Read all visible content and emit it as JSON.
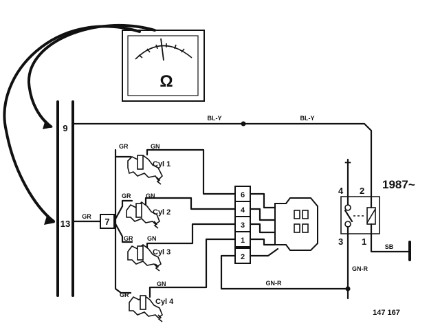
{
  "meter": {
    "symbol": "Ω"
  },
  "terminals": {
    "t9": "9",
    "t13": "13"
  },
  "wire_labels": {
    "bl_y_left": "BL-Y",
    "bl_y_right": "BL-Y",
    "gr_13": "GR",
    "gn_r_bottom": "GN-R",
    "gn_r_relay": "GN-R",
    "sb": "SB"
  },
  "cylinders": [
    {
      "label": "Cyl 1",
      "gr": "GR",
      "gn": "GN"
    },
    {
      "label": "Cyl 2",
      "gr": "GR",
      "gn": "GN"
    },
    {
      "label": "Cyl 3",
      "gr": "GR",
      "gn": "GN"
    },
    {
      "label": "Cyl 4",
      "gr": "GR",
      "gn": "GN"
    }
  ],
  "connector_7": "7",
  "connector_pins": [
    "6",
    "4",
    "3",
    "1",
    "2"
  ],
  "relay": {
    "plus": "+",
    "pin_4": "4",
    "pin_2": "2",
    "pin_3": "3",
    "pin_1": "1",
    "year": "1987~"
  },
  "figure_number": "147 167"
}
